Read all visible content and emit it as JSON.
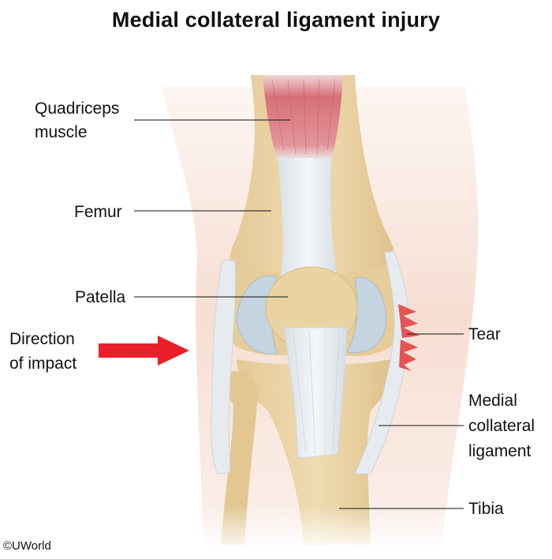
{
  "title": "Medial collateral ligament injury",
  "labels": {
    "quadriceps_line1": "Quadriceps",
    "quadriceps_line2": "muscle",
    "femur": "Femur",
    "patella": "Patella",
    "direction_line1": "Direction",
    "direction_line2": "of impact",
    "tear": "Tear",
    "mcl_line1": "Medial",
    "mcl_line2": "collateral",
    "mcl_line3": "ligament",
    "tibia": "Tibia"
  },
  "copyright": "©UWorld",
  "colors": {
    "arrow": "#e8202a",
    "bone": "#e9d3a4",
    "muscle": "#d9737a",
    "ligament": "#e9eef2",
    "cartilage": "#c3d3df",
    "skin": "#f7e1d6",
    "tear": "#e63a3a"
  }
}
